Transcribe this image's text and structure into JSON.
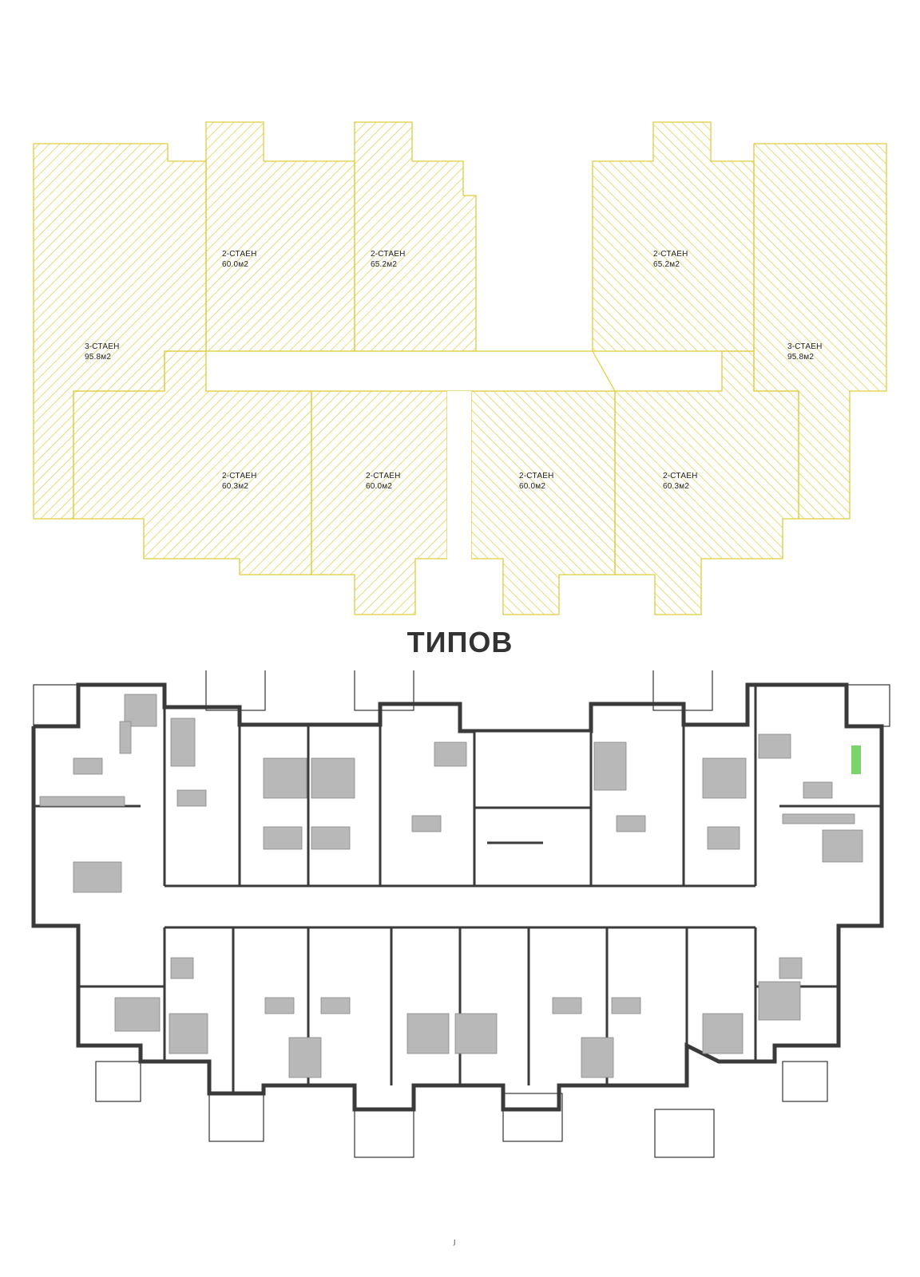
{
  "plan_title": "ТИПОВ",
  "page_marker": "J",
  "zone_color": "#e2cf45",
  "units": [
    {
      "id": "u1",
      "type": "2-СТАЕН",
      "area": "60.0м2"
    },
    {
      "id": "u2",
      "type": "2-СТАЕН",
      "area": "65.2м2"
    },
    {
      "id": "u3",
      "type": "2-СТАЕН",
      "area": "65.2м2"
    },
    {
      "id": "u4",
      "type": "3-СТАЕН",
      "area": "95.8м2"
    },
    {
      "id": "u5",
      "type": "3-СТАЕН",
      "area": "95.8м2"
    },
    {
      "id": "u6",
      "type": "2-СТАЕН",
      "area": "60.3м2"
    },
    {
      "id": "u7",
      "type": "2-СТАЕН",
      "area": "60.0м2"
    },
    {
      "id": "u8",
      "type": "2-СТАЕН",
      "area": "60.0м2"
    },
    {
      "id": "u9",
      "type": "2-СТАЕН",
      "area": "60.3м2"
    }
  ]
}
